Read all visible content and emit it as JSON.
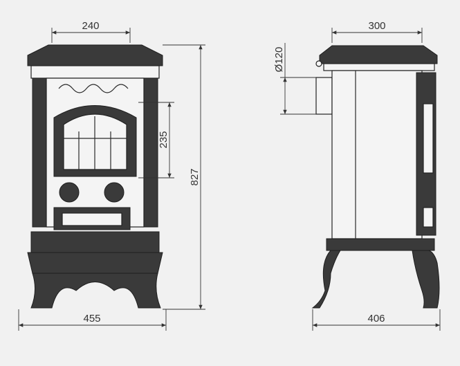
{
  "front_view": {
    "top_width": "240",
    "door_height": "235",
    "total_height": "827",
    "total_width": "455"
  },
  "side_view": {
    "top_depth": "300",
    "flue_diameter": "Ø120",
    "total_depth": "406"
  }
}
